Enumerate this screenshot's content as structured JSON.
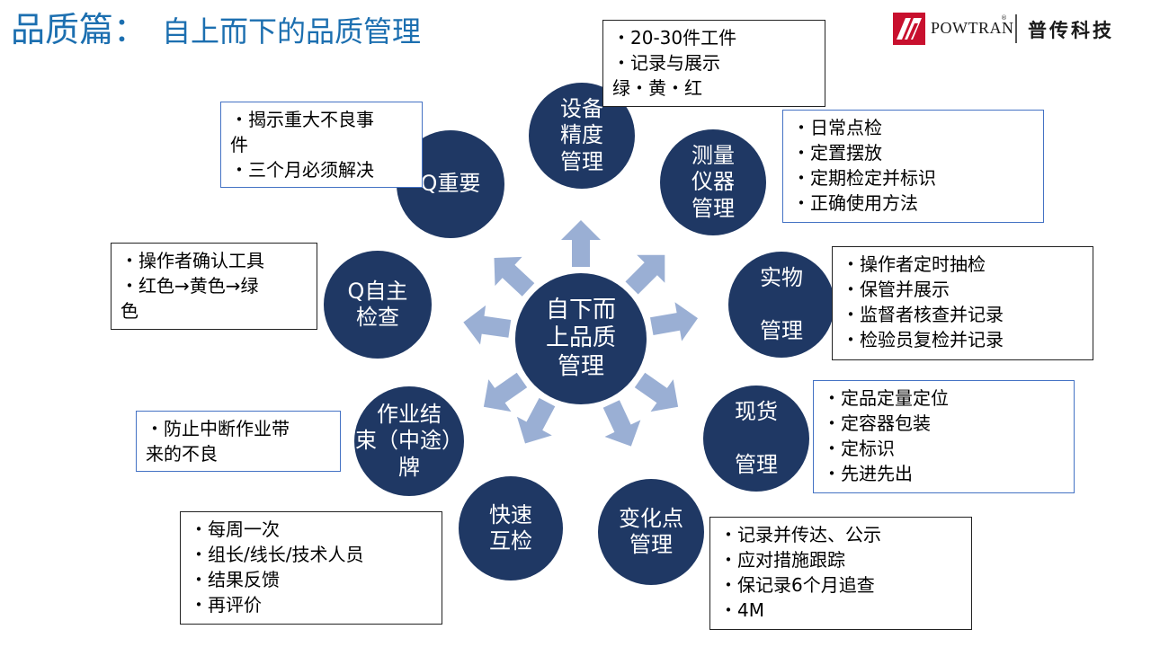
{
  "title": {
    "main": "品质篇：",
    "sub": "自上而下的品质管理"
  },
  "logo": {
    "brand": "POWTRAN",
    "reg": "®",
    "cn": "普传科技"
  },
  "colors": {
    "node": "#1f3864",
    "arrow": "#9aafd4",
    "title": "#1c6fb0",
    "box_border_blue": "#4472c4",
    "box_border_black": "#222222"
  },
  "center_node": {
    "label": "自下而\n上品质\n管理"
  },
  "nodes": [
    {
      "id": "equipment",
      "label": "设备\n精度\n管理"
    },
    {
      "id": "measure",
      "label": "测量\n仪器\n管理"
    },
    {
      "id": "physical",
      "label": "实物\n\n管理"
    },
    {
      "id": "stock",
      "label": "现货\n\n管理"
    },
    {
      "id": "change",
      "label": "变化点\n管理"
    },
    {
      "id": "quick",
      "label": "快速\n互检"
    },
    {
      "id": "endplate",
      "label": "作业结\n束（中途）\n牌"
    },
    {
      "id": "selfcheck",
      "label": "Q自主\n检查"
    },
    {
      "id": "qimportant",
      "label": "Q重要"
    }
  ],
  "boxes": [
    {
      "id": "equipment",
      "items": [
        "20-30件工件",
        "记录与展示\n  绿・黄・红"
      ]
    },
    {
      "id": "measure",
      "items": [
        "日常点检",
        "定置摆放",
        "定期检定并标识",
        "正确使用方法"
      ]
    },
    {
      "id": "physical",
      "items": [
        "操作者定时抽检",
        "保管并展示",
        "监督者核查并记录",
        "检验员复检并记录"
      ]
    },
    {
      "id": "stock",
      "items": [
        "定品定量定位",
        "定容器包装",
        "定标识",
        "先进先出"
      ]
    },
    {
      "id": "change",
      "items": [
        "记录并传达、公示",
        "应对措施跟踪",
        "保记录6个月追查",
        "4M"
      ]
    },
    {
      "id": "quick",
      "items": [
        "每周一次",
        "组长/线长/技术人员",
        "结果反馈",
        "再评价"
      ]
    },
    {
      "id": "endplate",
      "items": [
        "防止中断作业带\n来的不良"
      ]
    },
    {
      "id": "selfcheck",
      "items": [
        "操作者确认工具",
        "红色→黄色→绿\n色"
      ]
    },
    {
      "id": "qimportant",
      "items": [
        "揭示重大不良事\n件",
        "三个月必须解决"
      ]
    }
  ]
}
